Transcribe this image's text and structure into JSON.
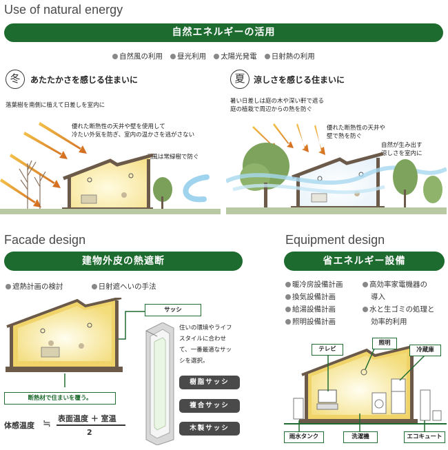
{
  "sections": {
    "natural": {
      "title": "Use of natural energy",
      "banner": "自然エネルギーの活用",
      "bullets": [
        "自然風の利用",
        "昼光利用",
        "太陽光発電",
        "日射熱の利用"
      ],
      "winter": {
        "kanji": "冬",
        "heading": "あたたかさを感じる住まいに",
        "note1": "落葉樹を南側に植えて日差しを室内に",
        "note2_line1": "優れた断熱性の天井や壁を使用して",
        "note2_line2": "冷たい外気を防ぎ、室内の温かさを逃がさない",
        "note3": "北風は常緑樹で防ぐ"
      },
      "summer": {
        "kanji": "夏",
        "heading": "涼しさを感じる住まいに",
        "note1_line1": "暑い日差しは庭の木や深い軒で遮る",
        "note1_line2": "庭の植栽で周辺からの熱を防ぐ",
        "note2_line1": "優れた断熱性の天井や",
        "note2_line2": "壁で熱を防ぐ",
        "note3_line1": "自然が生み出す",
        "note3_line2": "涼しさを室内に"
      }
    },
    "facade": {
      "title": "Facade design",
      "banner": "建物外皮の熱遮断",
      "bullets": [
        "遮熱計画の検討",
        "日射遮へいの手法"
      ],
      "sash_label": "サッシ",
      "sash_desc": [
        "住いの環境やライフ",
        "スタイルに合わせ",
        "て、一番最適なサッ",
        "シを選択。"
      ],
      "sash_types": [
        "樹脂サッシ",
        "複合サッシ",
        "木製サッシ"
      ],
      "insulation_label": "断熱材で住まいを覆う。",
      "formula_left": "体感温度",
      "formula_approx": "≒",
      "formula_numerator": "表面温度 ＋ 室温",
      "formula_denominator": "2"
    },
    "equipment": {
      "title": "Equipment design",
      "banner": "省エネルギー設備",
      "bullets_left": [
        "暖冷房設備計画",
        "換気設備計画",
        "給湯設備計画",
        "照明設備計画"
      ],
      "bullets_right_1a": "高効率家電機器の",
      "bullets_right_1b": "導入",
      "bullets_right_2a": "水と生ゴミの処理と",
      "bullets_right_2b": "効率的利用",
      "labels": {
        "tv": "テレビ",
        "light": "照明",
        "fridge": "冷蔵庫",
        "rain": "雨水タンク",
        "washer": "洗濯機",
        "ecocute": "エコキュート"
      }
    }
  },
  "colors": {
    "green": "#1e6b2f",
    "arrow": "#e08a1a",
    "wall": "#6b5a4a",
    "glow": "#fff3b0"
  }
}
